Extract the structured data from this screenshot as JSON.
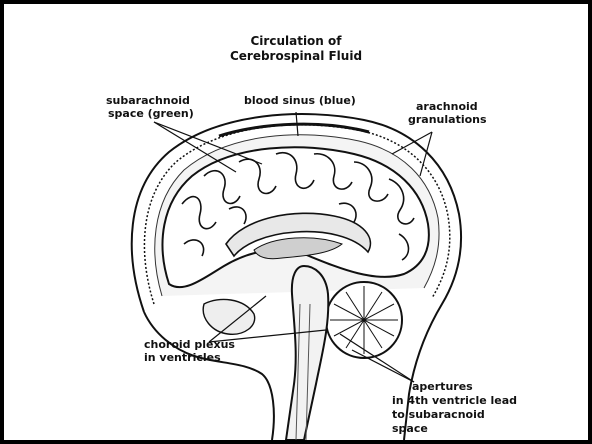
{
  "title": {
    "line1": "Circulation of",
    "line2": "Cerebrospinal Fluid"
  },
  "labels": {
    "subarachnoid_line1": "subarachnoid",
    "subarachnoid_line2": "space (green)",
    "blood_sinus": "blood sinus (blue)",
    "arachnoid_line1": "arachnoid",
    "arachnoid_line2": "granulations",
    "choroid_line1": "choroid plexus",
    "choroid_line2": "in ventricles",
    "apertures_line1": "apertures",
    "apertures_line2": "in 4th ventricle lead",
    "apertures_line3": "to subaracnoid",
    "apertures_line4": "space"
  },
  "colors": {
    "frame": "#000000",
    "background": "#ffffff",
    "ink": "#111111"
  }
}
